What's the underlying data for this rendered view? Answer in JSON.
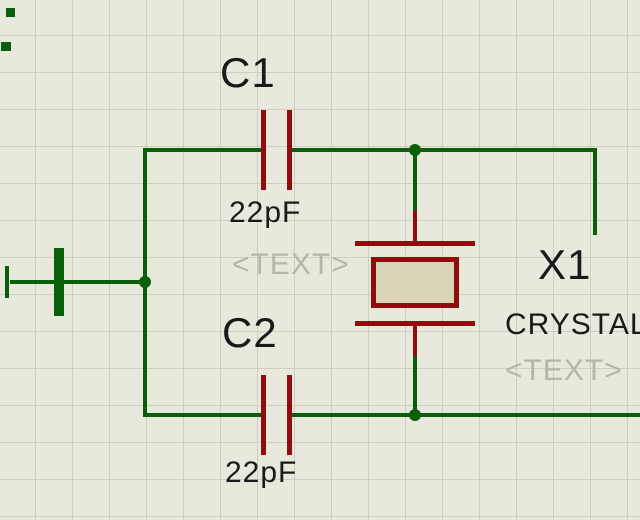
{
  "diagram": {
    "type": "circuit-schematic",
    "description": "Crystal oscillator sub-circuit: crystal X1 with two 22pF load capacitors C1 and C2 tied to ground",
    "components": [
      {
        "ref": "C1",
        "type": "capacitor",
        "value": "22pF",
        "placeholder": "<TEXT>"
      },
      {
        "ref": "C2",
        "type": "capacitor",
        "value": "22pF"
      },
      {
        "ref": "X1",
        "type": "crystal",
        "value": "CRYSTAL",
        "placeholder": "<TEXT>"
      }
    ],
    "other_symbols": [
      {
        "type": "ground",
        "name": "ground-symbol"
      }
    ],
    "colors": {
      "background": "#e8e8dc",
      "grid_line": "#cfcfc1",
      "wire_green": "#0a5f0a",
      "component_red": "#8f0d0d",
      "label_black": "#1a1a1a",
      "placeholder_gray": "#b6b6a8",
      "crystal_fill": "#d9d6b8"
    }
  }
}
